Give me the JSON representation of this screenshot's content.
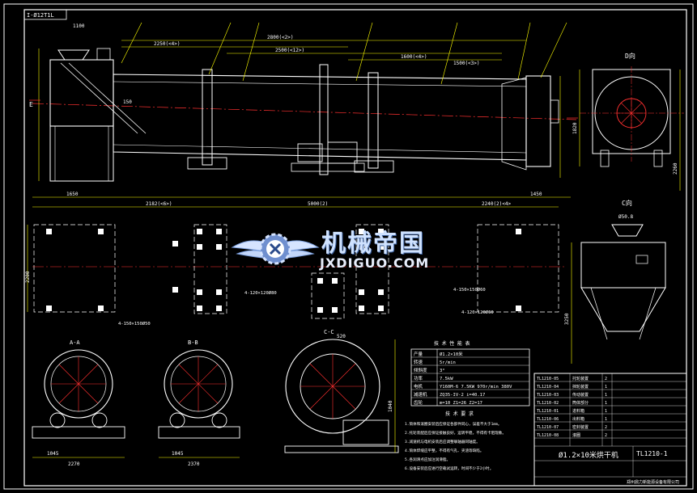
{
  "drawing": {
    "corner_label": "I-Ø12Т1L",
    "view_labels": {
      "d_view": "D向",
      "c_view": "C向",
      "aa": "A-A",
      "bb": "B-B",
      "cc": "C-C",
      "ee": "E"
    },
    "dimensions": {
      "top_total": "2800(<2>)",
      "top_a": "2250(<4>)",
      "top_b": "2500(<12>)",
      "top_c": "1600(<4>)",
      "top_d": "1500(<3>)",
      "left_1100": "1100",
      "left_150": "150",
      "bot_1650": "1650",
      "bot_2182": "2182(<6>)",
      "bot_5000": "5000(2)",
      "bot_2240": "2240(2)<4>",
      "bot_1450": "1450",
      "d_h1": "1820",
      "d_h2": "2260",
      "c_h": "3250",
      "c_w": "Ø50.8",
      "aa_w1": "1045",
      "aa_w2": "2270",
      "bb_w1": "1045",
      "bb_w2": "2370",
      "cc_w": "520",
      "cc_h": "1040",
      "plan_h": "2200",
      "plan_w1": "4-150×150Ø50",
      "plan_w2": "4-120×120Ø80",
      "plan_w3": "4-150×150Ø60",
      "plan_w4": "4-120×120Ø60"
    },
    "tech_table": {
      "title": "技 术 性 能 表",
      "rows": [
        [
          "产量",
          "Ø1.2×10米"
        ],
        [
          "转速",
          "5r/min"
        ],
        [
          "倾斜度",
          "3°"
        ],
        [
          "功率",
          "7.5kW"
        ],
        [
          "电机",
          "Y160M-6  7.5KW  970r/min  380V"
        ],
        [
          "减速机",
          "ZQ35-IV-2   i=40.17"
        ],
        [
          "齿轮",
          "m=10  Z1=26  Z2=17"
        ]
      ]
    },
    "notes_title": "技 术 要 求",
    "notes": [
      "1.筒体和滚圈安装后应保证各部件同心，误差不大于1mm。",
      "2.托轮装配后应保证接触良好，运转平稳，不得有卡阻现象。",
      "3.减速机与电机安装后应调整联轴器同轴度。",
      "4.筒体焊缝应平整，不得有气孔、夹渣等缺陷。",
      "5.各润滑点应加注润滑脂。",
      "6.设备安装后应进行空载试运转，时间不少于2小时。"
    ],
    "title_block": {
      "drawing_no": "TL1210-1",
      "name": "Ø1.2×10米烘干机",
      "company": "郑州鼎力新能源设备有限公司",
      "rows": [
        [
          "TL1210-05",
          "托轮装置",
          "2"
        ],
        [
          "TL1210-04",
          "挡轮装置",
          "1"
        ],
        [
          "TL1210-03",
          "传动装置",
          "1"
        ],
        [
          "TL1210-02",
          "筒体部分",
          "1"
        ],
        [
          "TL1210-01",
          "进料箱",
          "1"
        ],
        [
          "TL1210-06",
          "出料箱",
          "1"
        ],
        [
          "TL1210-07",
          "密封装置",
          "2"
        ],
        [
          "TL1210-08",
          "滚圈",
          "2"
        ]
      ]
    }
  },
  "watermark": {
    "title": "机械帝国",
    "url": "JXDIGUO.COM"
  },
  "colors": {
    "line_yellow": "#ffff00",
    "line_white": "#ffffff",
    "line_red": "#ff3030",
    "line_cyan": "#00ffff",
    "line_green": "#00ff00",
    "line_magenta": "#ff40ff",
    "line_blue": "#3aa0ff",
    "background": "#000000"
  }
}
